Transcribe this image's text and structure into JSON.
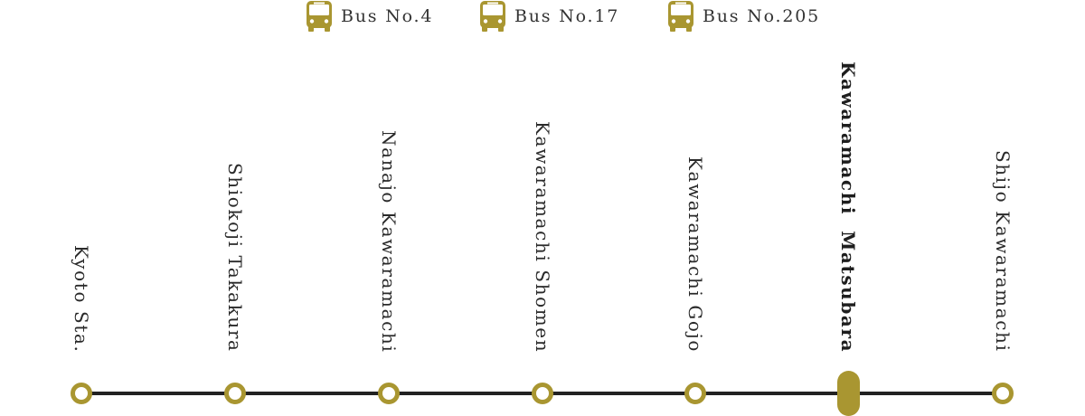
{
  "colors": {
    "accent": "#a99631",
    "line": "#222222",
    "text": "#2a2a2a"
  },
  "buses": [
    {
      "icon": "bus-icon",
      "label": "Bus No.4"
    },
    {
      "icon": "bus-icon",
      "label": "Bus No.17"
    },
    {
      "icon": "bus-icon",
      "label": "Bus No.205"
    }
  ],
  "stations": [
    {
      "name": "Kyoto Sta.",
      "current": false
    },
    {
      "name": "Shiokoji Takakura",
      "current": false
    },
    {
      "name": "Nanajo Kawaramachi",
      "current": false
    },
    {
      "name": "Kawaramachi Shomen",
      "current": false
    },
    {
      "name": "Kawaramachi Gojo",
      "current": false
    },
    {
      "name": "Kawaramachi  Matsubara",
      "current": true
    },
    {
      "name": "Shijo Kawaramachi",
      "current": false
    }
  ]
}
